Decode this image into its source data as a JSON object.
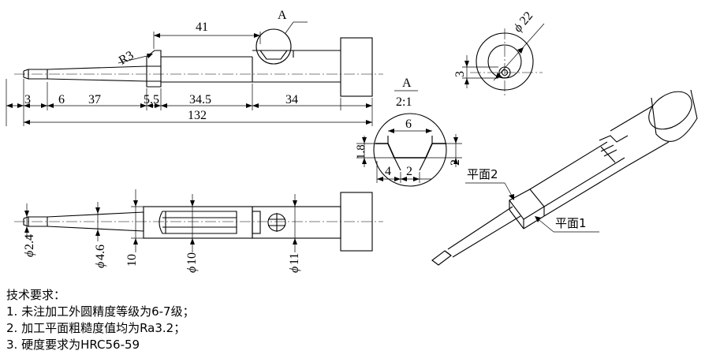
{
  "top_view": {
    "dims": {
      "d41": "41",
      "r3": "R3",
      "a_label": "A",
      "d3": "3",
      "d6": "6",
      "d37": "37",
      "d5_5": "5.5",
      "d34_5": "34.5",
      "d34": "34",
      "d132": "132"
    }
  },
  "end_view": {
    "dims": {
      "d22": "22",
      "d3": "3"
    },
    "phi": "ϕ"
  },
  "detail_a": {
    "title": "A",
    "scale": "2:1",
    "dims": {
      "d6": "6",
      "d1_8": "1.8",
      "d4": "4",
      "d2a": "2",
      "d2b": "2"
    }
  },
  "bottom_view": {
    "dims": {
      "d2_4": "2.4",
      "d4_6": "4.6",
      "d10a": "10",
      "d10b": "10",
      "d11": "11"
    },
    "phi": "ϕ"
  },
  "iso_view": {
    "flat2": "平面2",
    "flat1": "平面1"
  },
  "notes": {
    "heading": "技术要求：",
    "items": [
      "1. 未注加工外圆精度等级为6-7级；",
      "2. 加工平面粗糙度值均为Ra3.2；",
      "3. 硬度要求为HRC56-59"
    ]
  }
}
